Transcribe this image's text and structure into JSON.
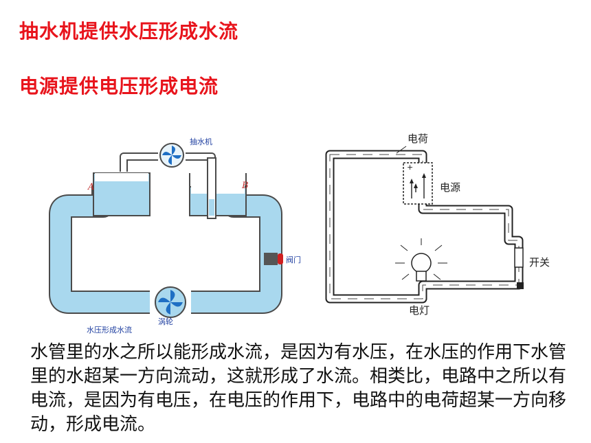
{
  "slide": {
    "heading1": "抽水机提供水压形成水流",
    "heading2": "电源提供电压形成电流",
    "body_text": "水管里的水之所以能形成水流，是因为有水压，在水压的作用下水管里的水超某一方向流动，这就形成了水流。相类比，电路中之所以有电流，是因为有电压，在电压的作用下，电路中的电荷超某一方向移动，形成电流。"
  },
  "water_diagram": {
    "label_pump": "抽水机",
    "label_a": "A",
    "label_b": "B",
    "label_valve": "阀门",
    "label_turbine": "涡轮",
    "caption": "水压形成水流",
    "colors": {
      "water": "#a9d8ee",
      "pipe_edge": "#4a4a4a",
      "fan": "#1f6fc4",
      "valve": "#d02020"
    }
  },
  "circuit_diagram": {
    "label_charge": "电荷",
    "label_source": "电源",
    "label_switch": "开关",
    "label_lamp": "电灯",
    "label_plus": "+"
  }
}
